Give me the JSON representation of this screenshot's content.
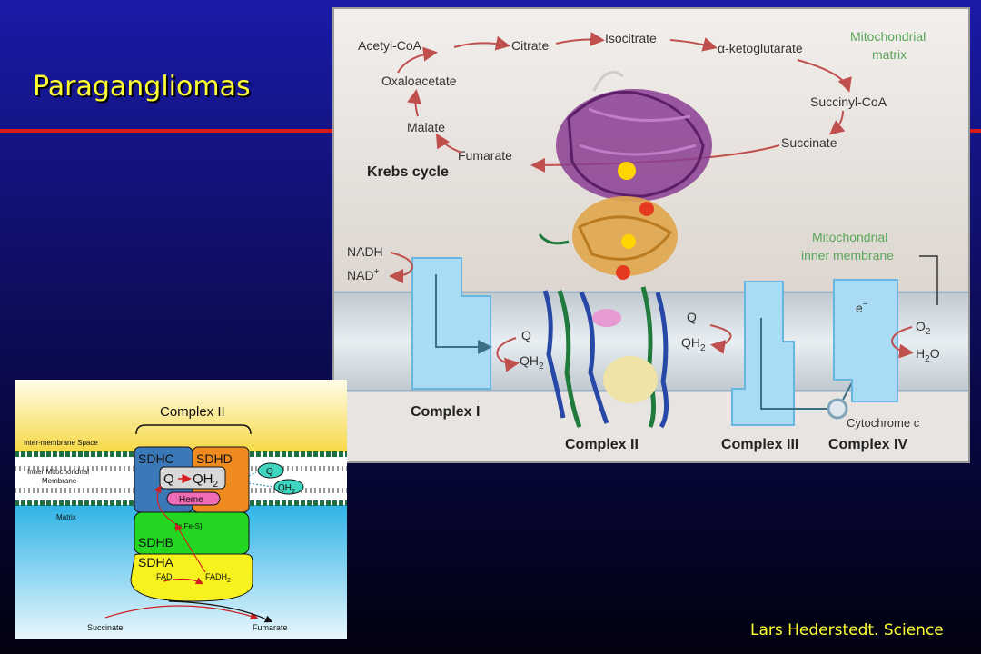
{
  "slide": {
    "title": "Paragangliomas",
    "credit": "Lars Hederstedt. Science"
  },
  "krebs": {
    "label": "Krebs cycle",
    "metabolites": [
      "Acetyl-CoA",
      "Citrate",
      "Isocitrate",
      "α-ketoglutarate",
      "Succinyl-CoA",
      "Succinate",
      "Fumarate",
      "Malate",
      "Oxaloacetate"
    ],
    "matrix_label": [
      "Mitochondrial",
      "matrix"
    ],
    "membrane_label": [
      "Mitochondrial",
      "inner membrane"
    ]
  },
  "complexes": {
    "c1": "Complex I",
    "c2": "Complex II",
    "c3": "Complex III",
    "c4": "Complex IV",
    "cytochrome": "Cytochrome c"
  },
  "carriers": {
    "nadh": "NADH",
    "nad": "NAD",
    "nad_sup": "+",
    "q": "Q",
    "qh": "QH",
    "sub2": "2",
    "eminus": "e",
    "eminus_sup": "−",
    "o": "O",
    "h": "H",
    "h2o_o": "O"
  },
  "complex2_detail": {
    "title": "Complex II",
    "ims": "Inter-membrane Space",
    "membrane": [
      "Inner Mitochondrial",
      "Membrane"
    ],
    "matrix": "Matrix",
    "sdhc": "SDHC",
    "sdhd": "SDHD",
    "sdhb": "SDHB",
    "sdha": "SDHA",
    "q": "Q",
    "qh": "QH",
    "sub2": "2",
    "heme": "Heme",
    "fes": "3x[Fe-S]",
    "fad": "FAD",
    "fadh": "FADH",
    "succinate": "Succinate",
    "fumarate": "Fumarate"
  },
  "colors": {
    "title": "#ffff33",
    "accent_line": "#d91a1a",
    "membrane_box": "#a9dcf4",
    "green_label": "#5aa65a",
    "arrow": "#c0504d"
  }
}
